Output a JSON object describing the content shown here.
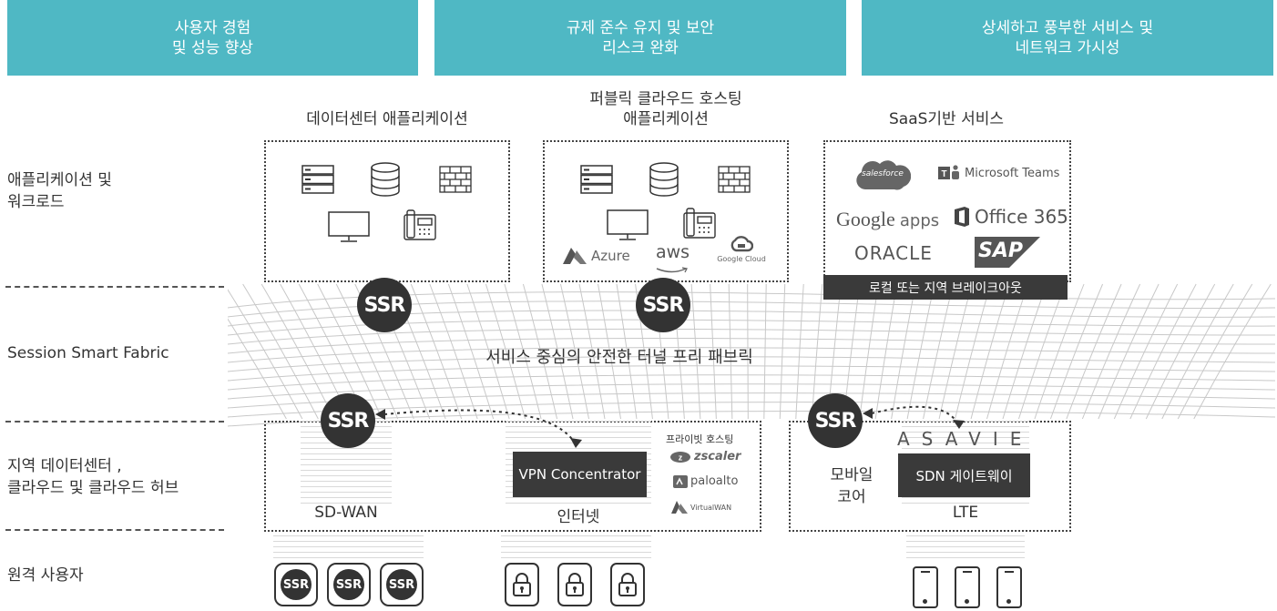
{
  "banners": [
    {
      "line1": "사용자 경험",
      "line2": "및 성능 향상"
    },
    {
      "line1": "규제 준수 유지 및 보안",
      "line2": "리스크 완화"
    },
    {
      "line1": "상세하고 풍부한 서비스 및",
      "line2": "네트워크 가시성"
    }
  ],
  "row_labels": {
    "apps_line1": "애플리케이션 및",
    "apps_line2": "워크로드",
    "fabric": "Session Smart Fabric",
    "regional_line1": "지역 데이터센터 ,",
    "regional_line2": "클라우드 및 클라우드 허브",
    "remote": "원격 사용자"
  },
  "sections": {
    "datacenter": "데이터센터 애플리케이션",
    "public_cloud_line1": "퍼블릭 클라우드 호스팅",
    "public_cloud_line2": "애플리케이션",
    "saas": "SaaS기반 서비스"
  },
  "saas_logos": {
    "salesforce": "salesforce",
    "teams": "Microsoft Teams",
    "google_apps_a": "Google",
    "google_apps_b": "apps",
    "office": "Office 365",
    "oracle": "ORACLE",
    "sap": "SAP",
    "breakout": "로컬 또는 지역 브레이크아웃"
  },
  "cloud_logos": {
    "azure": "Azure",
    "aws": "aws",
    "gcloud": "Google Cloud"
  },
  "fabric_caption": "서비스 중심의 안전한 터널 프리 패브릭",
  "ssr_label": "SSR",
  "regional": {
    "sdwan": "SD-WAN",
    "vpn": "VPN Concentrator",
    "internet": "인터넷",
    "private_hosting": "프라이빗 호스팅",
    "zscaler": "zscaler",
    "paloalto": "paloalto",
    "virtualwan": "VirtualWAN",
    "mobile_core_1": "모바일",
    "mobile_core_2": "코어",
    "asavie": "ASAVIE",
    "sdn": "SDN 게이트웨이",
    "lte": "LTE"
  },
  "colors": {
    "banner": "#4fb8c4",
    "dark": "#333333"
  }
}
